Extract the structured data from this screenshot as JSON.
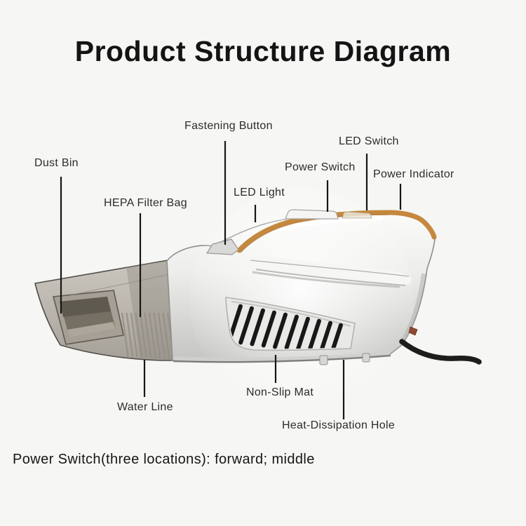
{
  "title": "Product Structure Diagram",
  "labels": {
    "dust_bin": "Dust Bin",
    "hepa_filter_bag": "HEPA Filter Bag",
    "fastening_button": "Fastening Button",
    "led_light": "LED Light",
    "power_switch": "Power Switch",
    "led_switch": "LED Switch",
    "power_indicator": "Power Indicator",
    "water_line": "Water Line",
    "non_slip_mat": "Non-Slip Mat",
    "heat_dissipation_hole": "Heat-Dissipation Hole"
  },
  "footnote": "Power Switch(three locations): forward; middle",
  "colors": {
    "background": "#f6f6f4",
    "accent_strip": "#c5883e",
    "body_silver": "#dededc",
    "nozzle_gray": "#b3afa7",
    "slats": "#181818",
    "leader_line": "#161616",
    "text": "#1c1c1c"
  }
}
